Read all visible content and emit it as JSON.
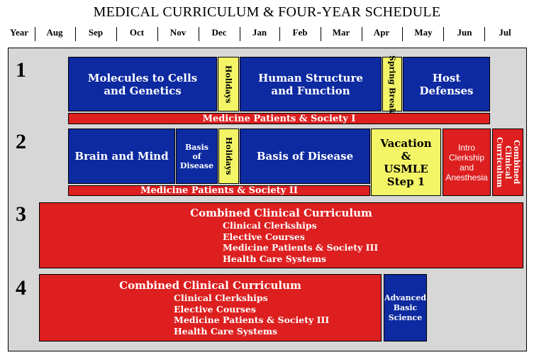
{
  "title": "MEDICAL CURRICULUM & FOUR-YEAR SCHEDULE",
  "months": [
    "Year",
    "Aug",
    "Sep",
    "Oct",
    "Nov",
    "Dec",
    "Jan",
    "Feb",
    "Mar",
    "Apr",
    "May",
    "Jun",
    "Jul"
  ],
  "years": [
    "1",
    "2",
    "3",
    "4"
  ],
  "year1": {
    "molecules": [
      "Molecules to Cells",
      "and Genetics"
    ],
    "holidays": "Holidays",
    "human": [
      "Human Structure",
      "and Function"
    ],
    "spring_break": "Spring Break",
    "host": [
      "Host",
      "Defenses"
    ],
    "mps": "Medicine Patients & Society I"
  },
  "year2": {
    "brain": "Brain and Mind",
    "basis_small": [
      "Basis",
      "of",
      "Disease"
    ],
    "holidays": "Holidays",
    "basis": "Basis of Disease",
    "vacation": [
      "Vacation",
      "&",
      "USMLE",
      "Step 1"
    ],
    "intro": [
      "Intro",
      "Clerkship",
      "and",
      "Anesthesia"
    ],
    "combined_vert": [
      "Combined",
      "Clinical",
      "Curriculum"
    ],
    "mps": "Medicine Patients & Society II"
  },
  "year3": {
    "heading": "Combined Clinical Curriculum",
    "items": [
      "Clinical Clerkships",
      "Elective Courses",
      "Medicine Patients & Society III",
      "Health Care Systems"
    ]
  },
  "year4": {
    "heading": "Combined Clinical Curriculum",
    "items": [
      "Clinical Clerkships",
      "Elective Courses",
      "Medicine Patients & Society III",
      "Health Care Systems"
    ],
    "advanced": [
      "Advanced",
      "Basic",
      "Science"
    ]
  },
  "colors": {
    "blue": "#0d2aa0",
    "red": "#dd1f1f",
    "yellow": "#f3f567",
    "frame": "#d7d7d7"
  }
}
